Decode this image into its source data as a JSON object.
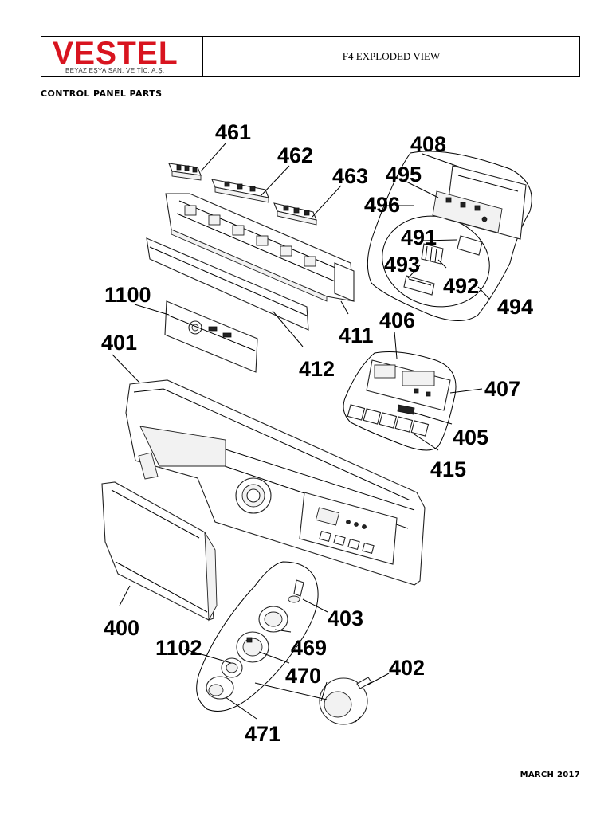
{
  "header": {
    "brand": "VESTEL",
    "brand_sub": "BEYAZ EŞYA SAN. VE TİC. A.Ş.",
    "title": "F4 EXPLODED VIEW"
  },
  "section_title": "CONTROL PANEL PARTS",
  "footer_date": "MARCH 2017",
  "part_labels": {
    "p461": "461",
    "p462": "462",
    "p463": "463",
    "p408": "408",
    "p495": "495",
    "p496": "496",
    "p491": "491",
    "p493": "493",
    "p492": "492",
    "p494": "494",
    "p1100": "1100",
    "p411": "411",
    "p401": "401",
    "p412": "412",
    "p406": "406",
    "p407": "407",
    "p405": "405",
    "p415": "415",
    "p403": "403",
    "p400": "400",
    "p1102": "1102",
    "p469": "469",
    "p470": "470",
    "p402": "402",
    "p471": "471"
  }
}
